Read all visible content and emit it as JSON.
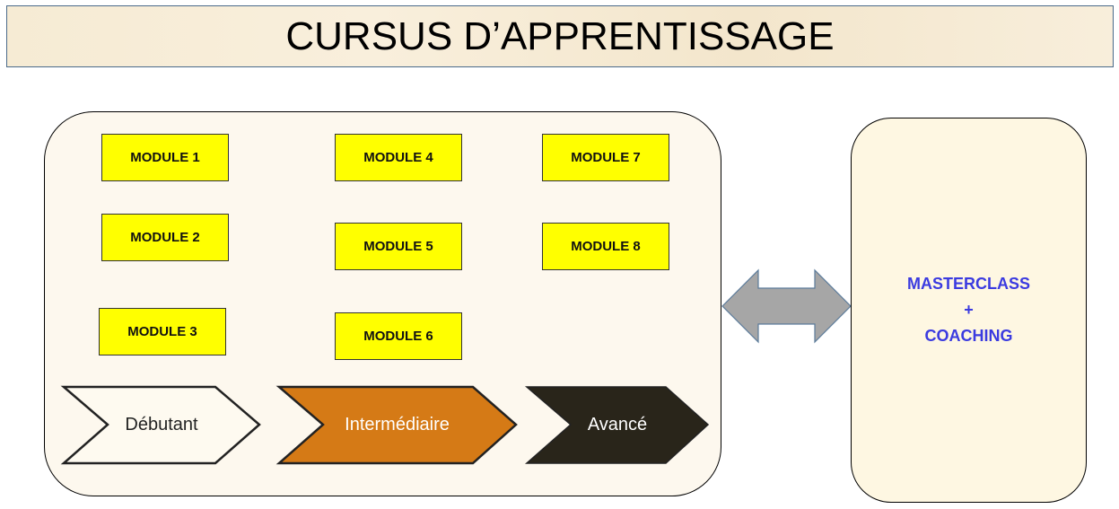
{
  "title": "CURSUS D’APPRENTISSAGE",
  "modules": [
    "MODULE 1",
    "MODULE 2",
    "MODULE 3",
    "MODULE 4",
    "MODULE 5",
    "MODULE 6",
    "MODULE 7",
    "MODULE 8"
  ],
  "levels": [
    {
      "label": "Débutant",
      "color": "#fefaf0"
    },
    {
      "label": "Intermédiaire",
      "color": "#d57a16"
    },
    {
      "label": "Avancé",
      "color": "#29251a"
    }
  ],
  "masterclass": {
    "line1": "MASTERCLASS",
    "line2": "+",
    "line3": "COACHING"
  }
}
